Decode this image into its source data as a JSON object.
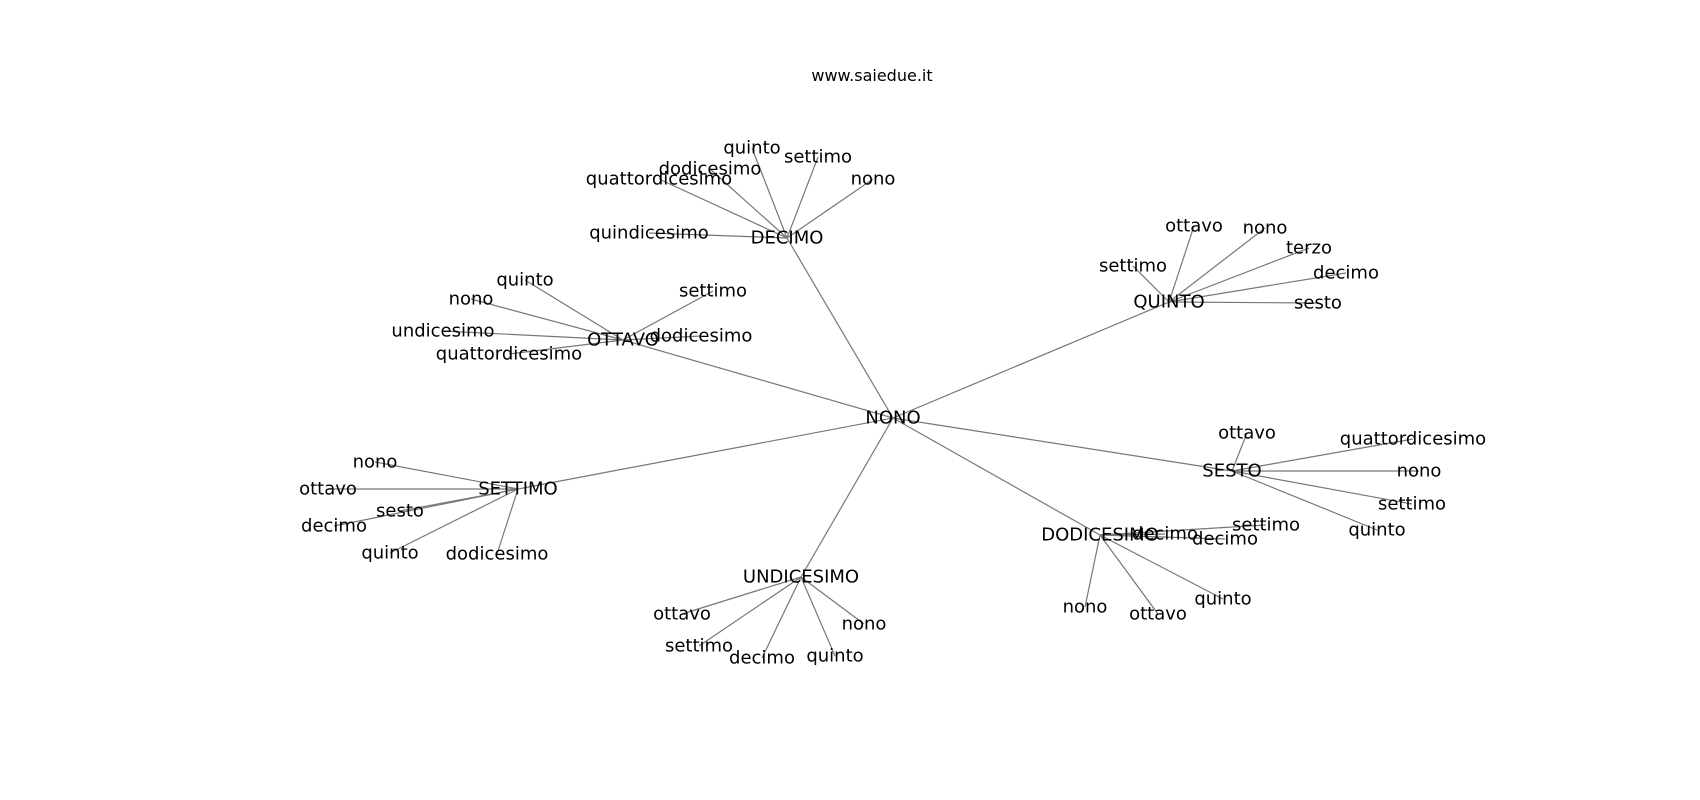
{
  "title": "www.saiedue.it",
  "root": "NONO",
  "clusters": [
    {
      "hub": "DECIMO",
      "leaves": [
        "quinto",
        "settimo",
        "nono",
        "dodicesimo",
        "quattordicesimo",
        "quindicesimo"
      ]
    },
    {
      "hub": "QUINTO",
      "leaves": [
        "ottavo",
        "nono",
        "terzo",
        "decimo",
        "sesto",
        "settimo"
      ]
    },
    {
      "hub": "OTTAVO",
      "leaves": [
        "quinto",
        "settimo",
        "nono",
        "undicesimo",
        "dodicesimo",
        "quattordicesimo"
      ]
    },
    {
      "hub": "SESTO",
      "leaves": [
        "ottavo",
        "quattordicesimo",
        "nono",
        "settimo",
        "quinto"
      ]
    },
    {
      "hub": "DODICESIMO",
      "leaves": [
        "decimo",
        "settimo",
        "decimo",
        "quinto",
        "ottavo",
        "nono"
      ]
    },
    {
      "hub": "SETTIMO",
      "leaves": [
        "nono",
        "ottavo",
        "sesto",
        "decimo",
        "quinto",
        "dodicesimo"
      ]
    },
    {
      "hub": "UNDICESIMO",
      "leaves": [
        "ottavo",
        "settimo",
        "decimo",
        "quinto",
        "nono"
      ]
    }
  ]
}
